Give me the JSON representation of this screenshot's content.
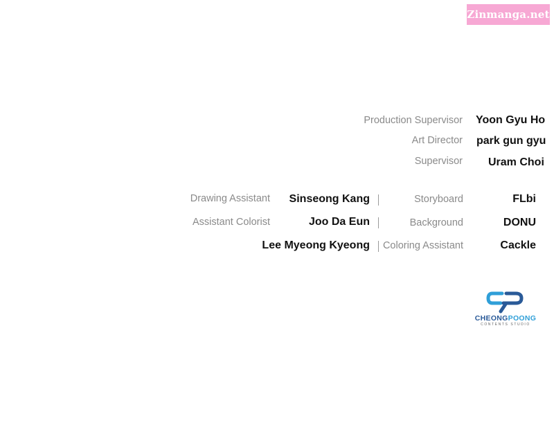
{
  "watermark": "Zinmanga.net",
  "credits_top": [
    {
      "role": "Production Supervisor",
      "name": "Yoon Gyu Ho"
    },
    {
      "role": "Art Director",
      "name": "park gun gyu"
    },
    {
      "role": "Supervisor",
      "name": "Uram Choi"
    }
  ],
  "credits_left": [
    {
      "role": "Drawing Assistant",
      "name": "Sinseong Kang"
    },
    {
      "role": "Assistant Colorist",
      "name": "Joo Da Eun"
    },
    {
      "role": "",
      "name": "Lee Myeong Kyeong"
    }
  ],
  "credits_right": [
    {
      "role": "Storyboard",
      "name": "FLbi"
    },
    {
      "role": "Background",
      "name": "DONU"
    },
    {
      "role": "Coloring Assistant",
      "name": "Cackle"
    }
  ],
  "logo": {
    "name_part1": "CHEONG",
    "name_part2": "POONG",
    "subtitle": "CONTENTS STUDIO",
    "colors": {
      "dark": "#2a5a98",
      "light": "#2f9fd8"
    }
  }
}
